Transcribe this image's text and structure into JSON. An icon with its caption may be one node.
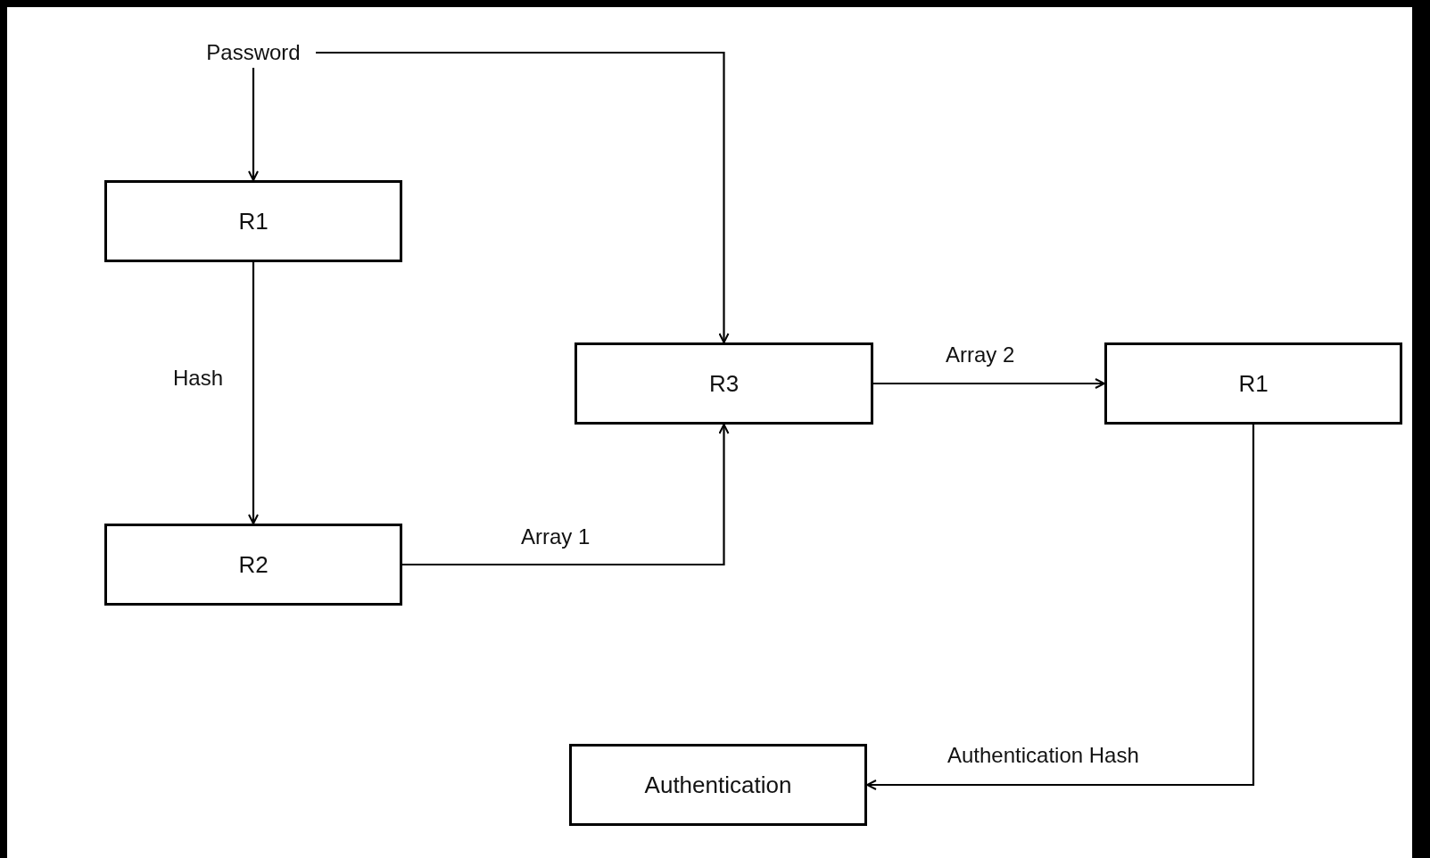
{
  "diagram": {
    "nodes": [
      {
        "text": [
          "Password"
        ]
      },
      {
        "text": [
          "R1"
        ]
      },
      {
        "text": [
          "R2"
        ]
      },
      {
        "text": [
          "R3"
        ]
      },
      {
        "text": [
          "R1"
        ]
      },
      {
        "text": [
          "Authentication"
        ]
      }
    ],
    "edges": [
      {
        "from": 0,
        "to": 1,
        "arrow": "to"
      },
      {
        "from": 0,
        "to": 3,
        "arrow": "to"
      },
      {
        "from": 1,
        "to": 2,
        "arrow": "to",
        "label": "Hash"
      },
      {
        "from": 2,
        "to": 3,
        "arrow": "to",
        "label": "Array 1"
      },
      {
        "from": 3,
        "to": 4,
        "arrow": "to",
        "label": "Array 2"
      },
      {
        "from": 4,
        "to": 5,
        "arrow": "to",
        "label": "Authentication Hash"
      }
    ]
  }
}
